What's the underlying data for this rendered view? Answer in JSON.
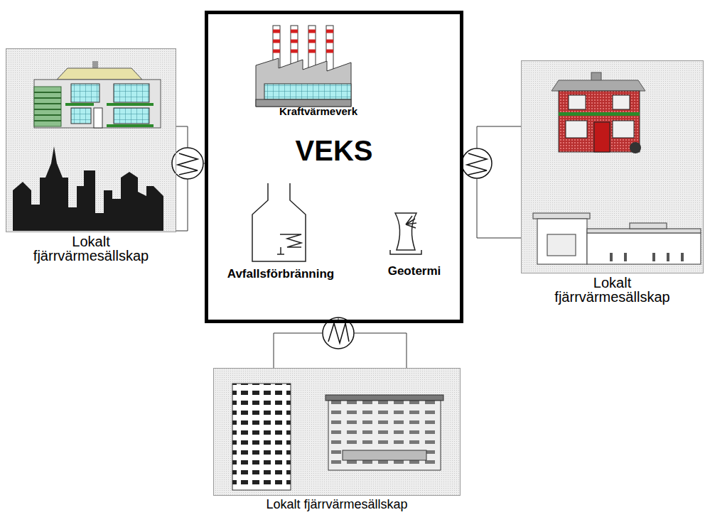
{
  "diagram": {
    "nodes": [
      {
        "text": [
          "Lokalt fjärrvärmesällskap"
        ]
      },
      {
        "text": [
          "Kraftvärmeverk",
          "VEKS",
          "Avfallsförbränning",
          "Geotermi"
        ]
      },
      {
        "text": [
          "Lokalt fjärrvärmesällskap"
        ]
      },
      {
        "text": [
          "Lokalt fjärrvärmesällskap"
        ]
      }
    ],
    "edges": [
      {
        "from": 1,
        "to": 0,
        "arrow": "none"
      },
      {
        "from": 1,
        "to": 2,
        "arrow": "none"
      },
      {
        "from": 1,
        "to": 3,
        "arrow": "none"
      }
    ]
  }
}
